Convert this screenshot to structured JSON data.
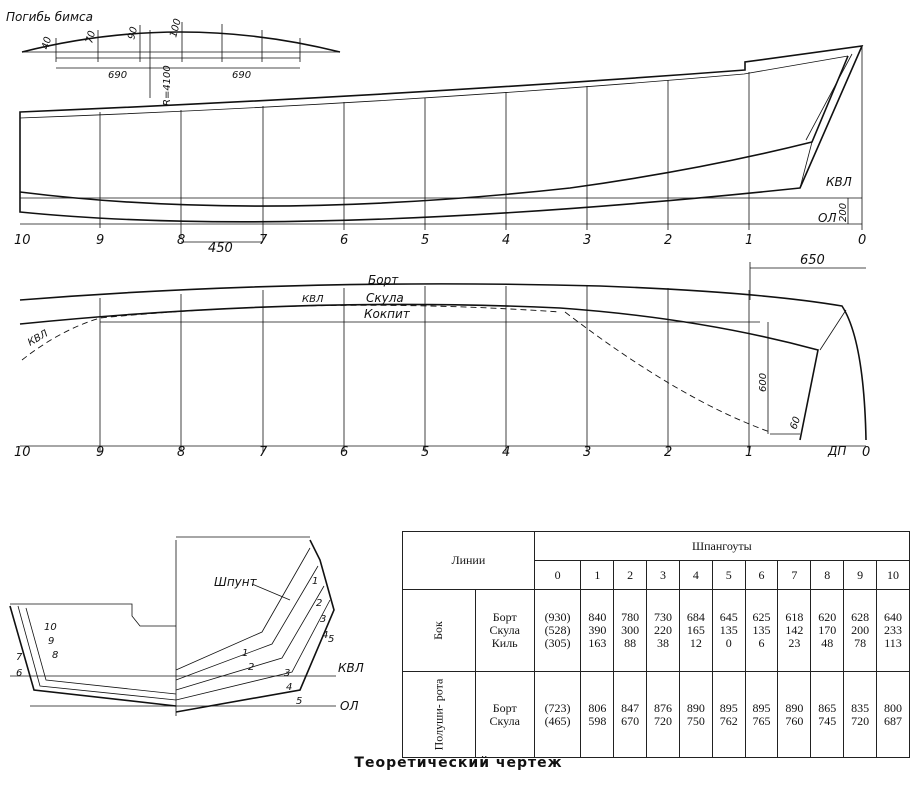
{
  "profile": {
    "beam_camber_title": "Погибь бимса",
    "camber_values": [
      "40",
      "70",
      "90",
      "100"
    ],
    "camber_spans": [
      "690",
      "690"
    ],
    "camber_radius": "R=4100",
    "kvl": "КВЛ",
    "ol": "ОЛ",
    "height_dim": "200",
    "station_spacing": "450",
    "stations": [
      "10",
      "9",
      "8",
      "7",
      "6",
      "5",
      "4",
      "3",
      "2",
      "1",
      "0"
    ]
  },
  "plan": {
    "bort": "Борт",
    "skula": "Скула",
    "kvl": "КВЛ",
    "kvl_left": "КВЛ",
    "kokpit": "Кокпит",
    "bow_dim": "650",
    "dim_600": "600",
    "dim_60": "60",
    "dp": "ДП",
    "stations": [
      "10",
      "9",
      "8",
      "7",
      "6",
      "5",
      "4",
      "3",
      "2",
      "1",
      "0"
    ]
  },
  "body_plan": {
    "shpunt": "Шпунт",
    "kvl": "КВЛ",
    "ol": "ОЛ",
    "aft_labels": [
      "10",
      "9",
      "8",
      "7",
      "6"
    ],
    "fwd_labels": [
      "1",
      "2",
      "3",
      "4",
      "5"
    ],
    "fwd_labels_low": [
      "1",
      "2",
      "3",
      "4",
      "5"
    ]
  },
  "table": {
    "lines_header": "Линии",
    "frames_header": "Шпангоуты",
    "columns": [
      "0",
      "1",
      "2",
      "3",
      "4",
      "5",
      "6",
      "7",
      "8",
      "9",
      "10"
    ],
    "groups": [
      {
        "name": "Бок",
        "line_names": "Борт\nСкула\nКиль",
        "values": [
          "(930)\n(528)\n(305)",
          "840\n390\n163",
          "780\n300\n88",
          "730\n220\n38",
          "684\n165\n12",
          "645\n135\n0",
          "625\n135\n6",
          "618\n142\n23",
          "620\n170\n48",
          "628\n200\n78",
          "640\n233\n113"
        ]
      },
      {
        "name": "Полуши-\nрота",
        "line_names": "Борт\nСкула",
        "values": [
          "(723)\n(465)",
          "806\n598",
          "847\n670",
          "876\n720",
          "890\n750",
          "895\n762",
          "895\n765",
          "890\n760",
          "865\n745",
          "835\n720",
          "800\n687"
        ]
      }
    ]
  },
  "caption": "Теоретический чертеж"
}
